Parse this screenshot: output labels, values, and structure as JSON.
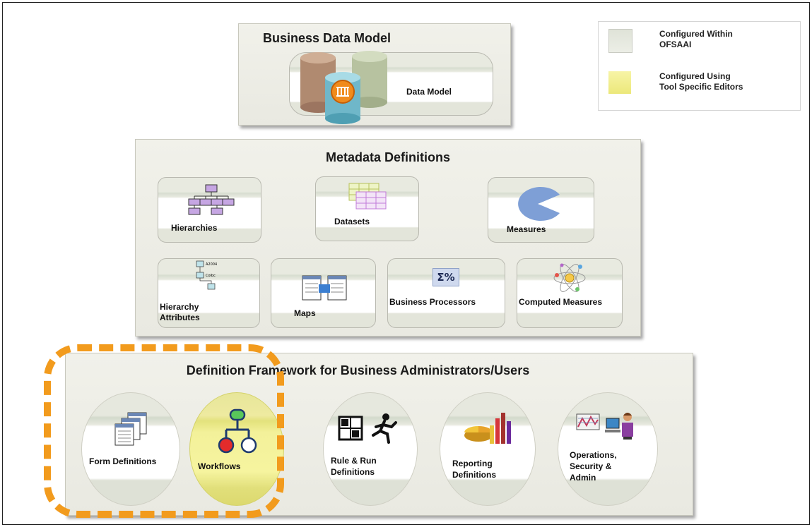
{
  "legend": {
    "items": [
      {
        "text_line1": "Configured Within",
        "text_line2": "OFSAAI",
        "color": "#e3e6dc"
      },
      {
        "text_line1": "Configured Using",
        "text_line2": "Tool Specific Editors",
        "color": "#f2ef8c"
      }
    ]
  },
  "business_data_model": {
    "title": "Business Data Model",
    "tile_label": "Data Model"
  },
  "metadata_definitions": {
    "title": "Metadata Definitions",
    "hierarchies": "Hierarchies",
    "datasets": "Datasets",
    "measures": "Measures",
    "hierarchy_attributes_line1": "Hierarchy",
    "hierarchy_attributes_line2": "Attributes",
    "hierarchy_icon_text1": "A2004",
    "hierarchy_icon_text2": "Colbc",
    "maps": "Maps",
    "business_processors": "Business Processors",
    "computed_measures": "Computed Measures",
    "sigma_symbol": "Σ%"
  },
  "definition_framework": {
    "title": "Definition Framework for Business Administrators/Users",
    "form_definitions": "Form Definitions",
    "workflows": "Workflows",
    "rule_run_line1": "Rule  & Run",
    "rule_run_line2": "Definitions",
    "reporting_line1": "Reporting",
    "reporting_line2": "Definitions",
    "operations_line1": "Operations,",
    "operations_line2": "Security &",
    "operations_line3": "Admin"
  },
  "colors": {
    "highlight_dash": "#f29b1d",
    "workflow_fill": "#f2ef8c"
  }
}
